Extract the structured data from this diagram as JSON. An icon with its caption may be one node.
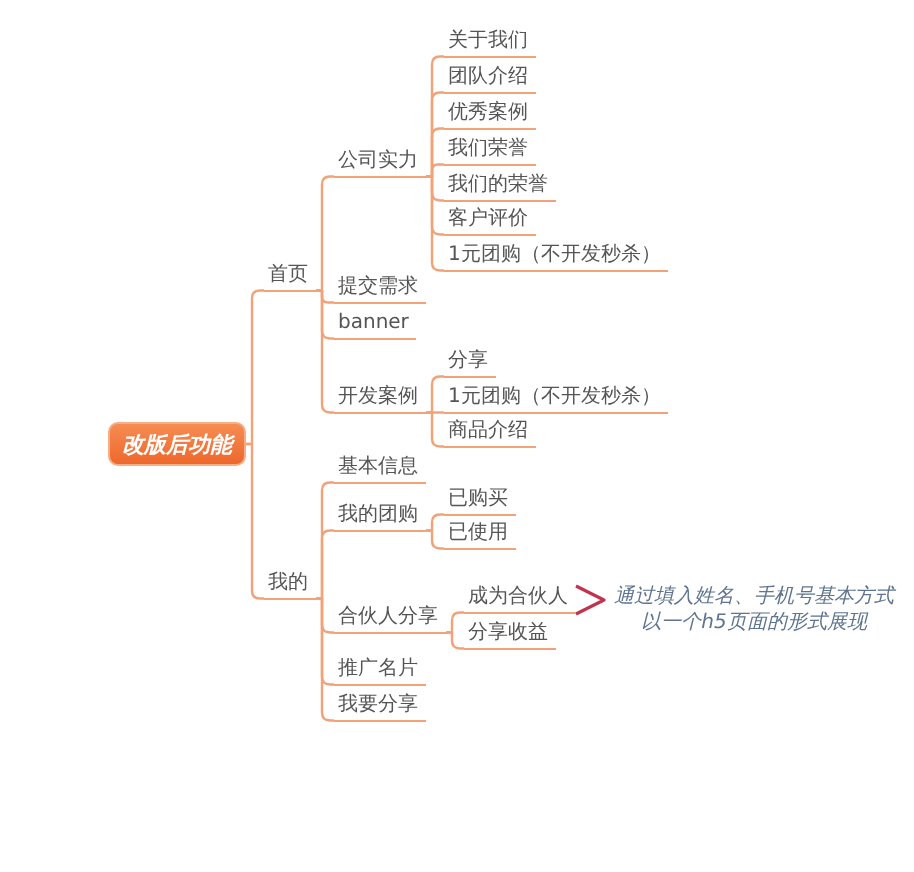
{
  "diagram": {
    "nodes": [
      {
        "text": [
          "改版后功能"
        ]
      },
      {
        "text": [
          "首页"
        ]
      },
      {
        "text": [
          "公司实力"
        ]
      },
      {
        "text": [
          "关于我们"
        ]
      },
      {
        "text": [
          "团队介绍"
        ]
      },
      {
        "text": [
          "优秀案例"
        ]
      },
      {
        "text": [
          "我们荣誉"
        ]
      },
      {
        "text": [
          "我们的荣誉"
        ]
      },
      {
        "text": [
          "客户评价"
        ]
      },
      {
        "text": [
          "1元团购（不开发秒杀）"
        ]
      },
      {
        "text": [
          "提交需求"
        ]
      },
      {
        "text": [
          "banner"
        ]
      },
      {
        "text": [
          "开发案例"
        ]
      },
      {
        "text": [
          "分享"
        ]
      },
      {
        "text": [
          "1元团购（不开发秒杀）"
        ]
      },
      {
        "text": [
          "商品介绍"
        ]
      },
      {
        "text": [
          "我的"
        ]
      },
      {
        "text": [
          "基本信息"
        ]
      },
      {
        "text": [
          "我的团购"
        ]
      },
      {
        "text": [
          "已购买"
        ]
      },
      {
        "text": [
          "已使用"
        ]
      },
      {
        "text": [
          "合伙人分享"
        ]
      },
      {
        "text": [
          "成为合伙人"
        ]
      },
      {
        "text": [
          "分享收益"
        ]
      },
      {
        "text": [
          "通过填入姓名、手机号基本方式以一个h5页面的形式展现"
        ]
      },
      {
        "text": [
          "推广名片"
        ]
      },
      {
        "text": [
          "我要分享"
        ]
      }
    ],
    "edges": [
      {
        "from": 0,
        "to": 1,
        "arrow": "none"
      },
      {
        "from": 0,
        "to": 16,
        "arrow": "none"
      },
      {
        "from": 1,
        "to": 2,
        "arrow": "none"
      },
      {
        "from": 1,
        "to": 10,
        "arrow": "none"
      },
      {
        "from": 1,
        "to": 11,
        "arrow": "none"
      },
      {
        "from": 1,
        "to": 12,
        "arrow": "none"
      },
      {
        "from": 2,
        "to": 3,
        "arrow": "none"
      },
      {
        "from": 2,
        "to": 4,
        "arrow": "none"
      },
      {
        "from": 2,
        "to": 5,
        "arrow": "none"
      },
      {
        "from": 2,
        "to": 6,
        "arrow": "none"
      },
      {
        "from": 2,
        "to": 7,
        "arrow": "none"
      },
      {
        "from": 2,
        "to": 8,
        "arrow": "none"
      },
      {
        "from": 2,
        "to": 9,
        "arrow": "none"
      },
      {
        "from": 12,
        "to": 13,
        "arrow": "none"
      },
      {
        "from": 12,
        "to": 14,
        "arrow": "none"
      },
      {
        "from": 12,
        "to": 15,
        "arrow": "none"
      },
      {
        "from": 16,
        "to": 17,
        "arrow": "none"
      },
      {
        "from": 16,
        "to": 18,
        "arrow": "none"
      },
      {
        "from": 16,
        "to": 21,
        "arrow": "none"
      },
      {
        "from": 16,
        "to": 25,
        "arrow": "none"
      },
      {
        "from": 16,
        "to": 26,
        "arrow": "none"
      },
      {
        "from": 18,
        "to": 19,
        "arrow": "none"
      },
      {
        "from": 18,
        "to": 20,
        "arrow": "none"
      },
      {
        "from": 21,
        "to": 22,
        "arrow": "none"
      },
      {
        "from": 21,
        "to": 23,
        "arrow": "none"
      },
      {
        "from": 22,
        "to": 24,
        "arrow": "to",
        "color": "#c2334d"
      }
    ]
  }
}
